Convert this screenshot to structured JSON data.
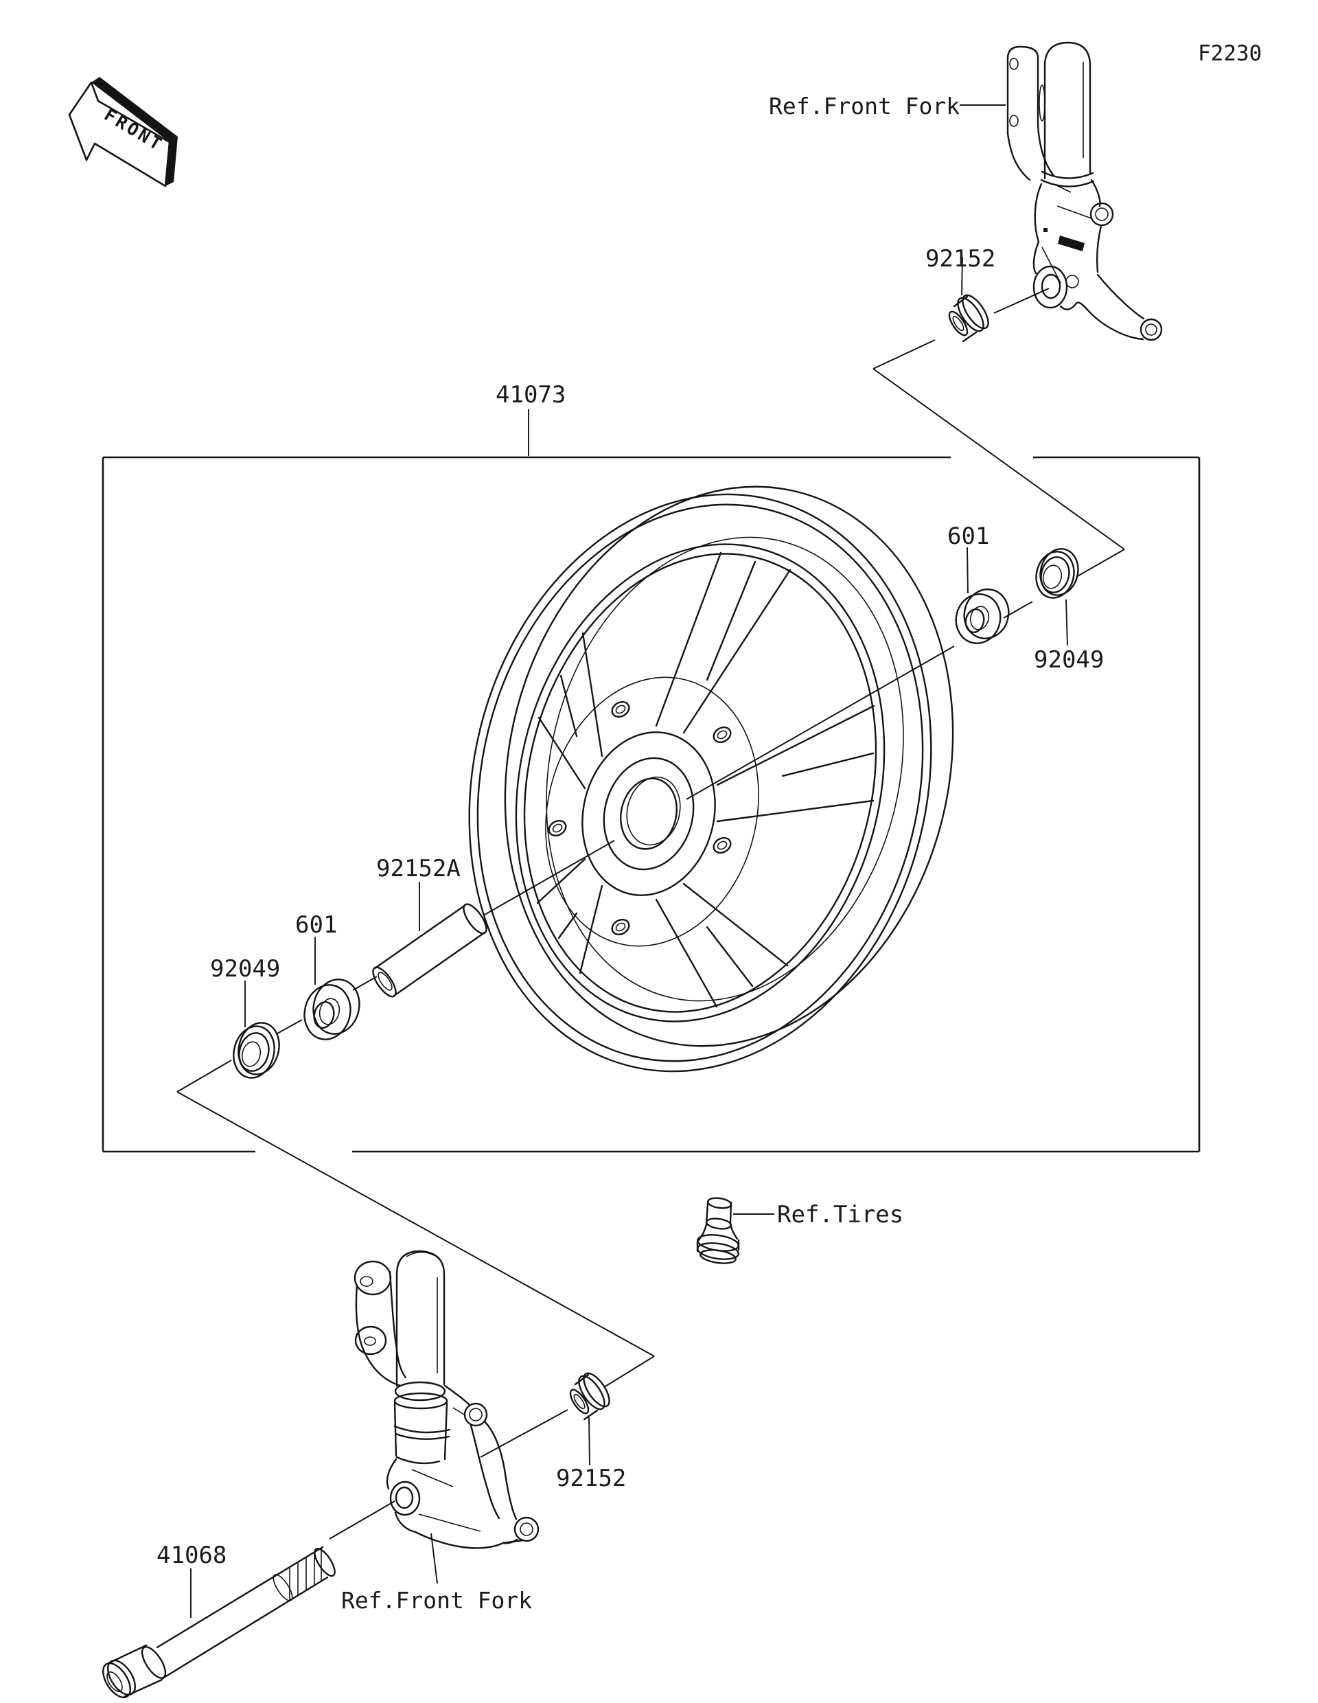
{
  "diagram": {
    "code": "F2230",
    "orientation_marker": "FRONT",
    "callouts": {
      "ref_front_fork_top": "Ref.Front Fork",
      "bushing_top": "92152",
      "wheel": "41073",
      "bearing_right": "601",
      "seal_right": "92049",
      "collar": "92152A",
      "bearing_left": "601",
      "seal_left": "92049",
      "ref_tires": "Ref.Tires",
      "bushing_bottom": "92152",
      "axle": "41068",
      "ref_front_fork_bottom": "Ref.Front Fork"
    }
  }
}
